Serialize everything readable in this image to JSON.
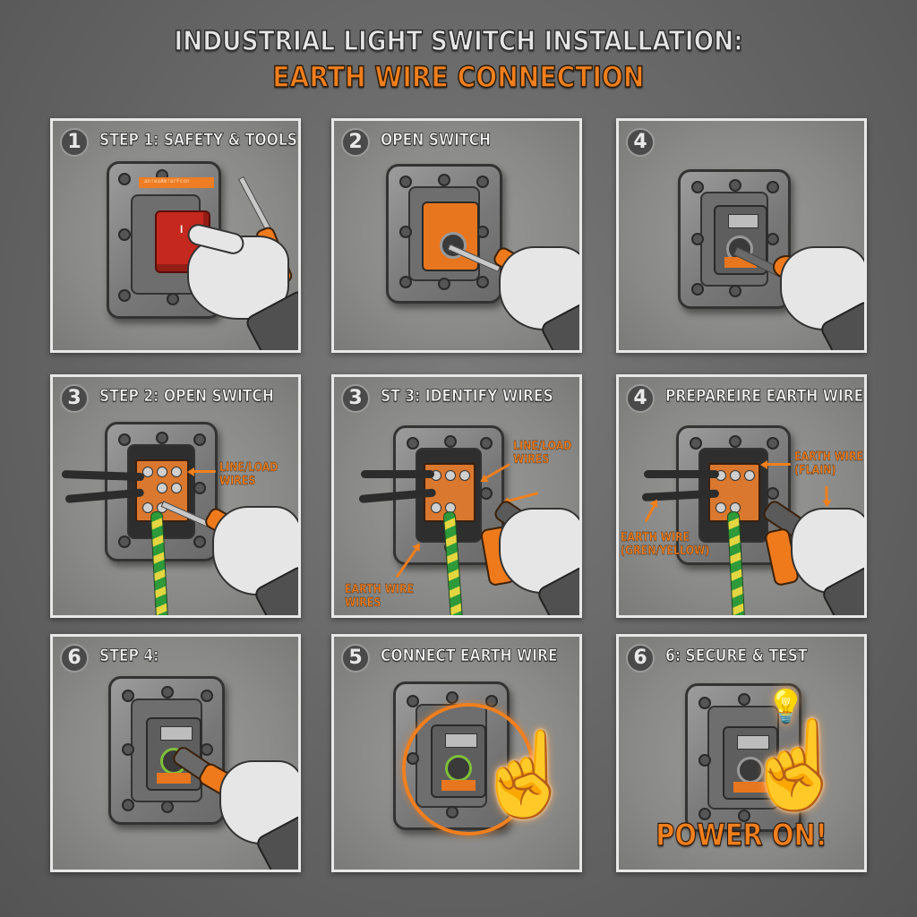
{
  "title": {
    "line1": "INDUSTRIAL LIGHT SWITCH INSTALLATION:",
    "line2": "EARTH WIRE CONNECTION"
  },
  "colors": {
    "accent_orange": "#f07f1e",
    "title_silver": "#e6e6e6",
    "background_gray": "#666666",
    "panel_border": "#e8e8e8",
    "earth_green": "#2e9a3a",
    "earth_yellow": "#e3d640",
    "rocker_red": "#c4281e"
  },
  "panels": [
    {
      "badge": "1",
      "title": "STEP 1: SAFETY & TOOLS",
      "label_strip": "an!esAm!arFcon",
      "rocker_mark": "I",
      "icons": [
        "rocker-switch",
        "screwdriver",
        "gloved-hand"
      ]
    },
    {
      "badge": "2",
      "title": "OPEN SWITCH",
      "icons": [
        "switch-plate",
        "screwdriver",
        "gloved-hand"
      ]
    },
    {
      "badge": "4",
      "title": "",
      "icons": [
        "switch-plate",
        "screwdriver",
        "gloved-hand"
      ]
    },
    {
      "badge": "3",
      "title": "STEP 2: OPEN SWITCH",
      "annotations": [
        {
          "line1": "LINE/LOAD",
          "line2": "WIRES"
        }
      ],
      "icons": [
        "terminal-block",
        "earth-wire",
        "screwdriver",
        "gloved-hand"
      ]
    },
    {
      "badge": "3",
      "title": "ST 3: IDENTIFY WIRES",
      "annotations": [
        {
          "line1": "LINE/LOAD",
          "line2": "WIRES"
        },
        {
          "line1": "EARTH WIRE",
          "line2": "WIRES"
        }
      ],
      "icons": [
        "terminal-block",
        "earth-wire",
        "pliers",
        "gloved-hand"
      ]
    },
    {
      "badge": "4",
      "title": "PREPAREIRE EARTH WIRE",
      "annotations": [
        {
          "line1": "EARTH WIRE",
          "line2": "(FLAIN)"
        },
        {
          "line1": "EARTH WIRE",
          "line2": "(GREN/YELLOW)"
        }
      ],
      "icons": [
        "terminal-block",
        "earth-wire",
        "pliers",
        "gloved-hand"
      ]
    },
    {
      "badge": "6",
      "title": "STEP 4:",
      "icons": [
        "switch-plate",
        "pliers",
        "gloved-hand"
      ]
    },
    {
      "badge": "5",
      "title": "CONNECT EARTH WIRE",
      "icons": [
        "switch-plate",
        "highlight-ring",
        "pointing-hand"
      ]
    },
    {
      "badge": "6",
      "title": "6: SECURE & TEST",
      "callout": "POWER ON!",
      "icons": [
        "switch-plate",
        "light-bulb",
        "pointing-hand"
      ]
    }
  ],
  "glyphs": {
    "pointing_hand": "☝",
    "bulb": "💡"
  }
}
